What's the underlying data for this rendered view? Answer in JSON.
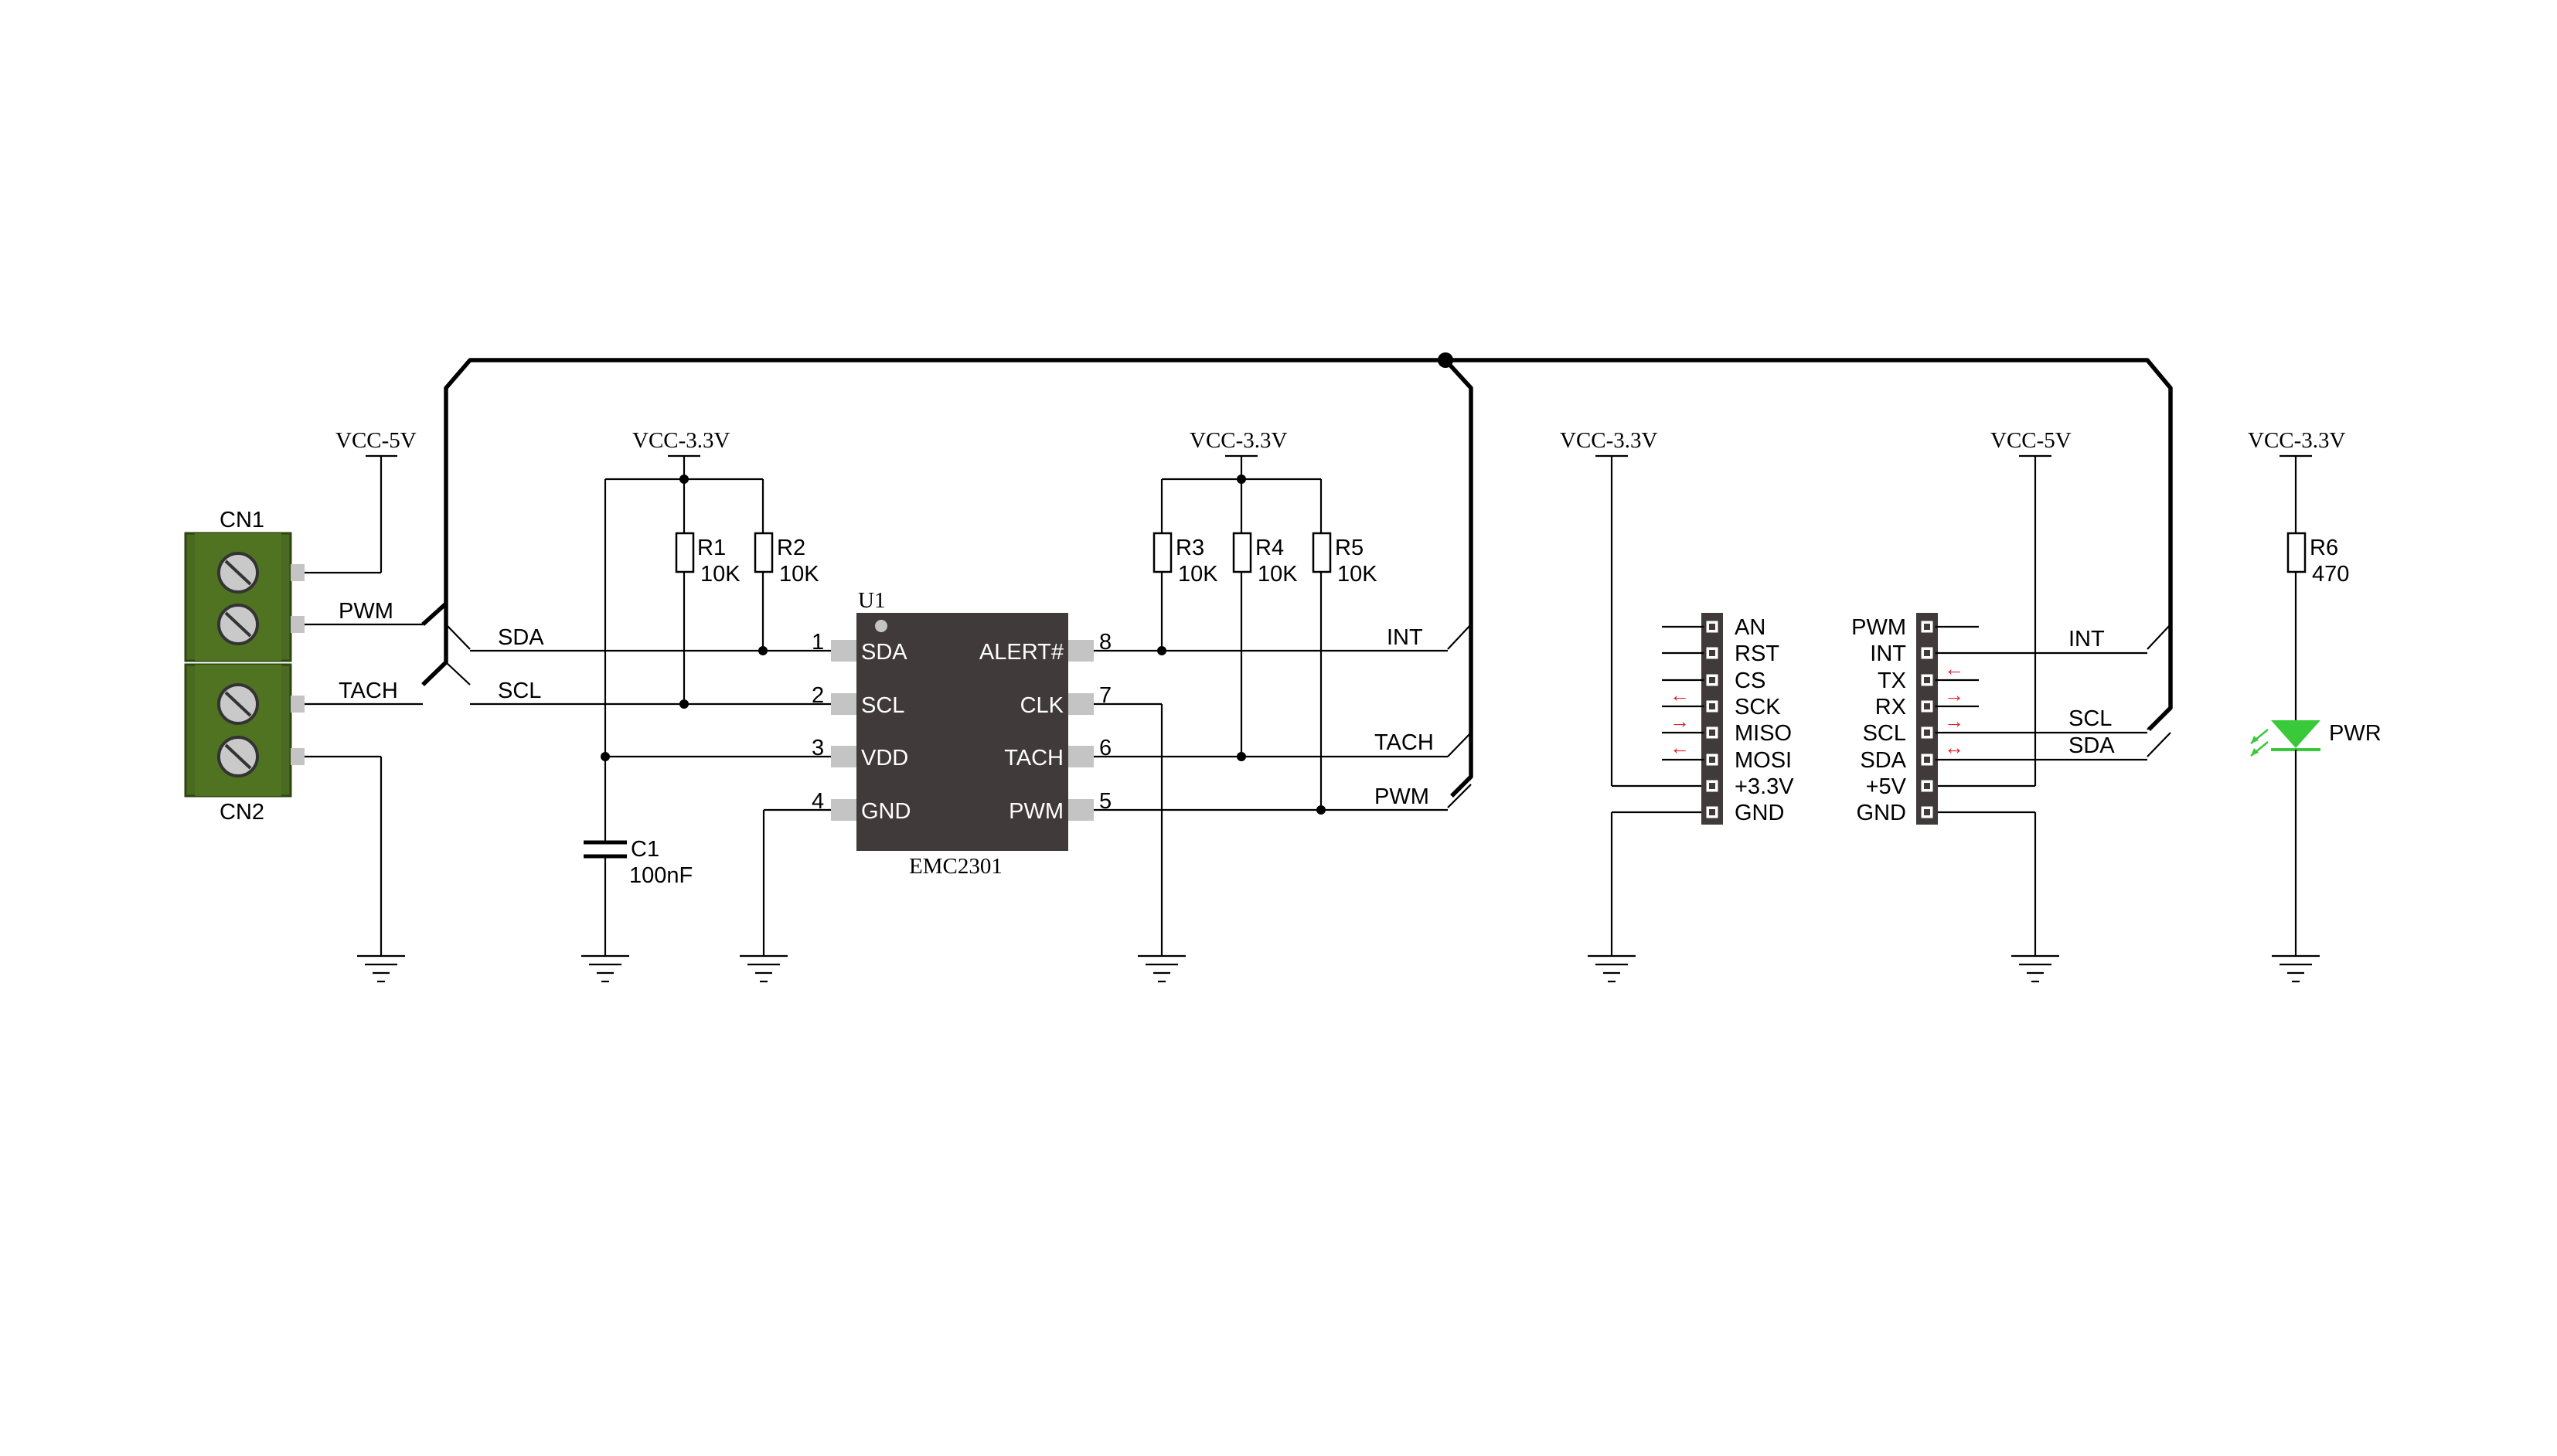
{
  "colors": {
    "wire": "#000000",
    "chip_body": "#403a3b",
    "chip_pad": "#c4c4c4",
    "chip_text": "#ffffff",
    "terminal_green": "#4a6b1f",
    "terminal_green_dark": "#3a5514",
    "screw": "#c9c9c9",
    "header_pin": "#403a3b",
    "arrow_red": "#e0202a",
    "led_green": "#39c93a"
  },
  "power": {
    "cn_vcc": "VCC-5V",
    "u1_vcc": "VCC-3.3V",
    "pullup_vcc": "VCC-3.3V",
    "hdr1_vcc": "VCC-3.3V",
    "hdr2_vcc": "VCC-5V",
    "led_vcc": "VCC-3.3V"
  },
  "connectors": {
    "cn1": "CN1",
    "cn2": "CN2"
  },
  "nets": {
    "pwm_left": "PWM",
    "tach_left": "TACH",
    "sda": "SDA",
    "scl": "SCL",
    "int": "INT",
    "tach": "TACH",
    "pwm": "PWM",
    "int_right": "INT",
    "scl_right": "SCL",
    "sda_right": "SDA"
  },
  "resistors": {
    "r1": {
      "name": "R1",
      "value": "10K"
    },
    "r2": {
      "name": "R2",
      "value": "10K"
    },
    "r3": {
      "name": "R3",
      "value": "10K"
    },
    "r4": {
      "name": "R4",
      "value": "10K"
    },
    "r5": {
      "name": "R5",
      "value": "10K"
    },
    "r6": {
      "name": "R6",
      "value": "470"
    }
  },
  "capacitor": {
    "name": "C1",
    "value": "100nF"
  },
  "chip": {
    "ref": "U1",
    "part": "EMC2301",
    "left_pins": [
      {
        "num": "1",
        "name": "SDA"
      },
      {
        "num": "2",
        "name": "SCL"
      },
      {
        "num": "3",
        "name": "VDD"
      },
      {
        "num": "4",
        "name": "GND"
      }
    ],
    "right_pins": [
      {
        "num": "8",
        "name": "ALERT#"
      },
      {
        "num": "7",
        "name": "CLK"
      },
      {
        "num": "6",
        "name": "TACH"
      },
      {
        "num": "5",
        "name": "PWM"
      }
    ]
  },
  "header_left": [
    "AN",
    "RST",
    "CS",
    "SCK",
    "MISO",
    "MOSI",
    "+3.3V",
    "GND"
  ],
  "header_right": [
    "PWM",
    "INT",
    "TX",
    "RX",
    "SCL",
    "SDA",
    "+5V",
    "GND"
  ],
  "arrows": {
    "left_symbol": "←",
    "right_symbol": "→",
    "both_symbol": "↔"
  },
  "led": {
    "label": "PWR"
  }
}
